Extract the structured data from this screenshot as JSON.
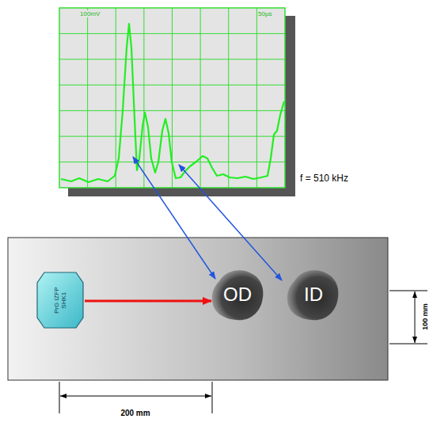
{
  "diagram": {
    "nodes": [
      {
        "text": [
          "PrG IZFP SHK1"
        ]
      },
      {
        "text": [
          "OD"
        ]
      },
      {
        "text": [
          "ID"
        ]
      }
    ],
    "edges": [
      {
        "from": 0,
        "to": 1,
        "arrow": "to"
      }
    ],
    "labels": [
      "100mV",
      "50µs",
      "f = 510 kHz",
      "200 mm",
      "100 mm"
    ]
  }
}
